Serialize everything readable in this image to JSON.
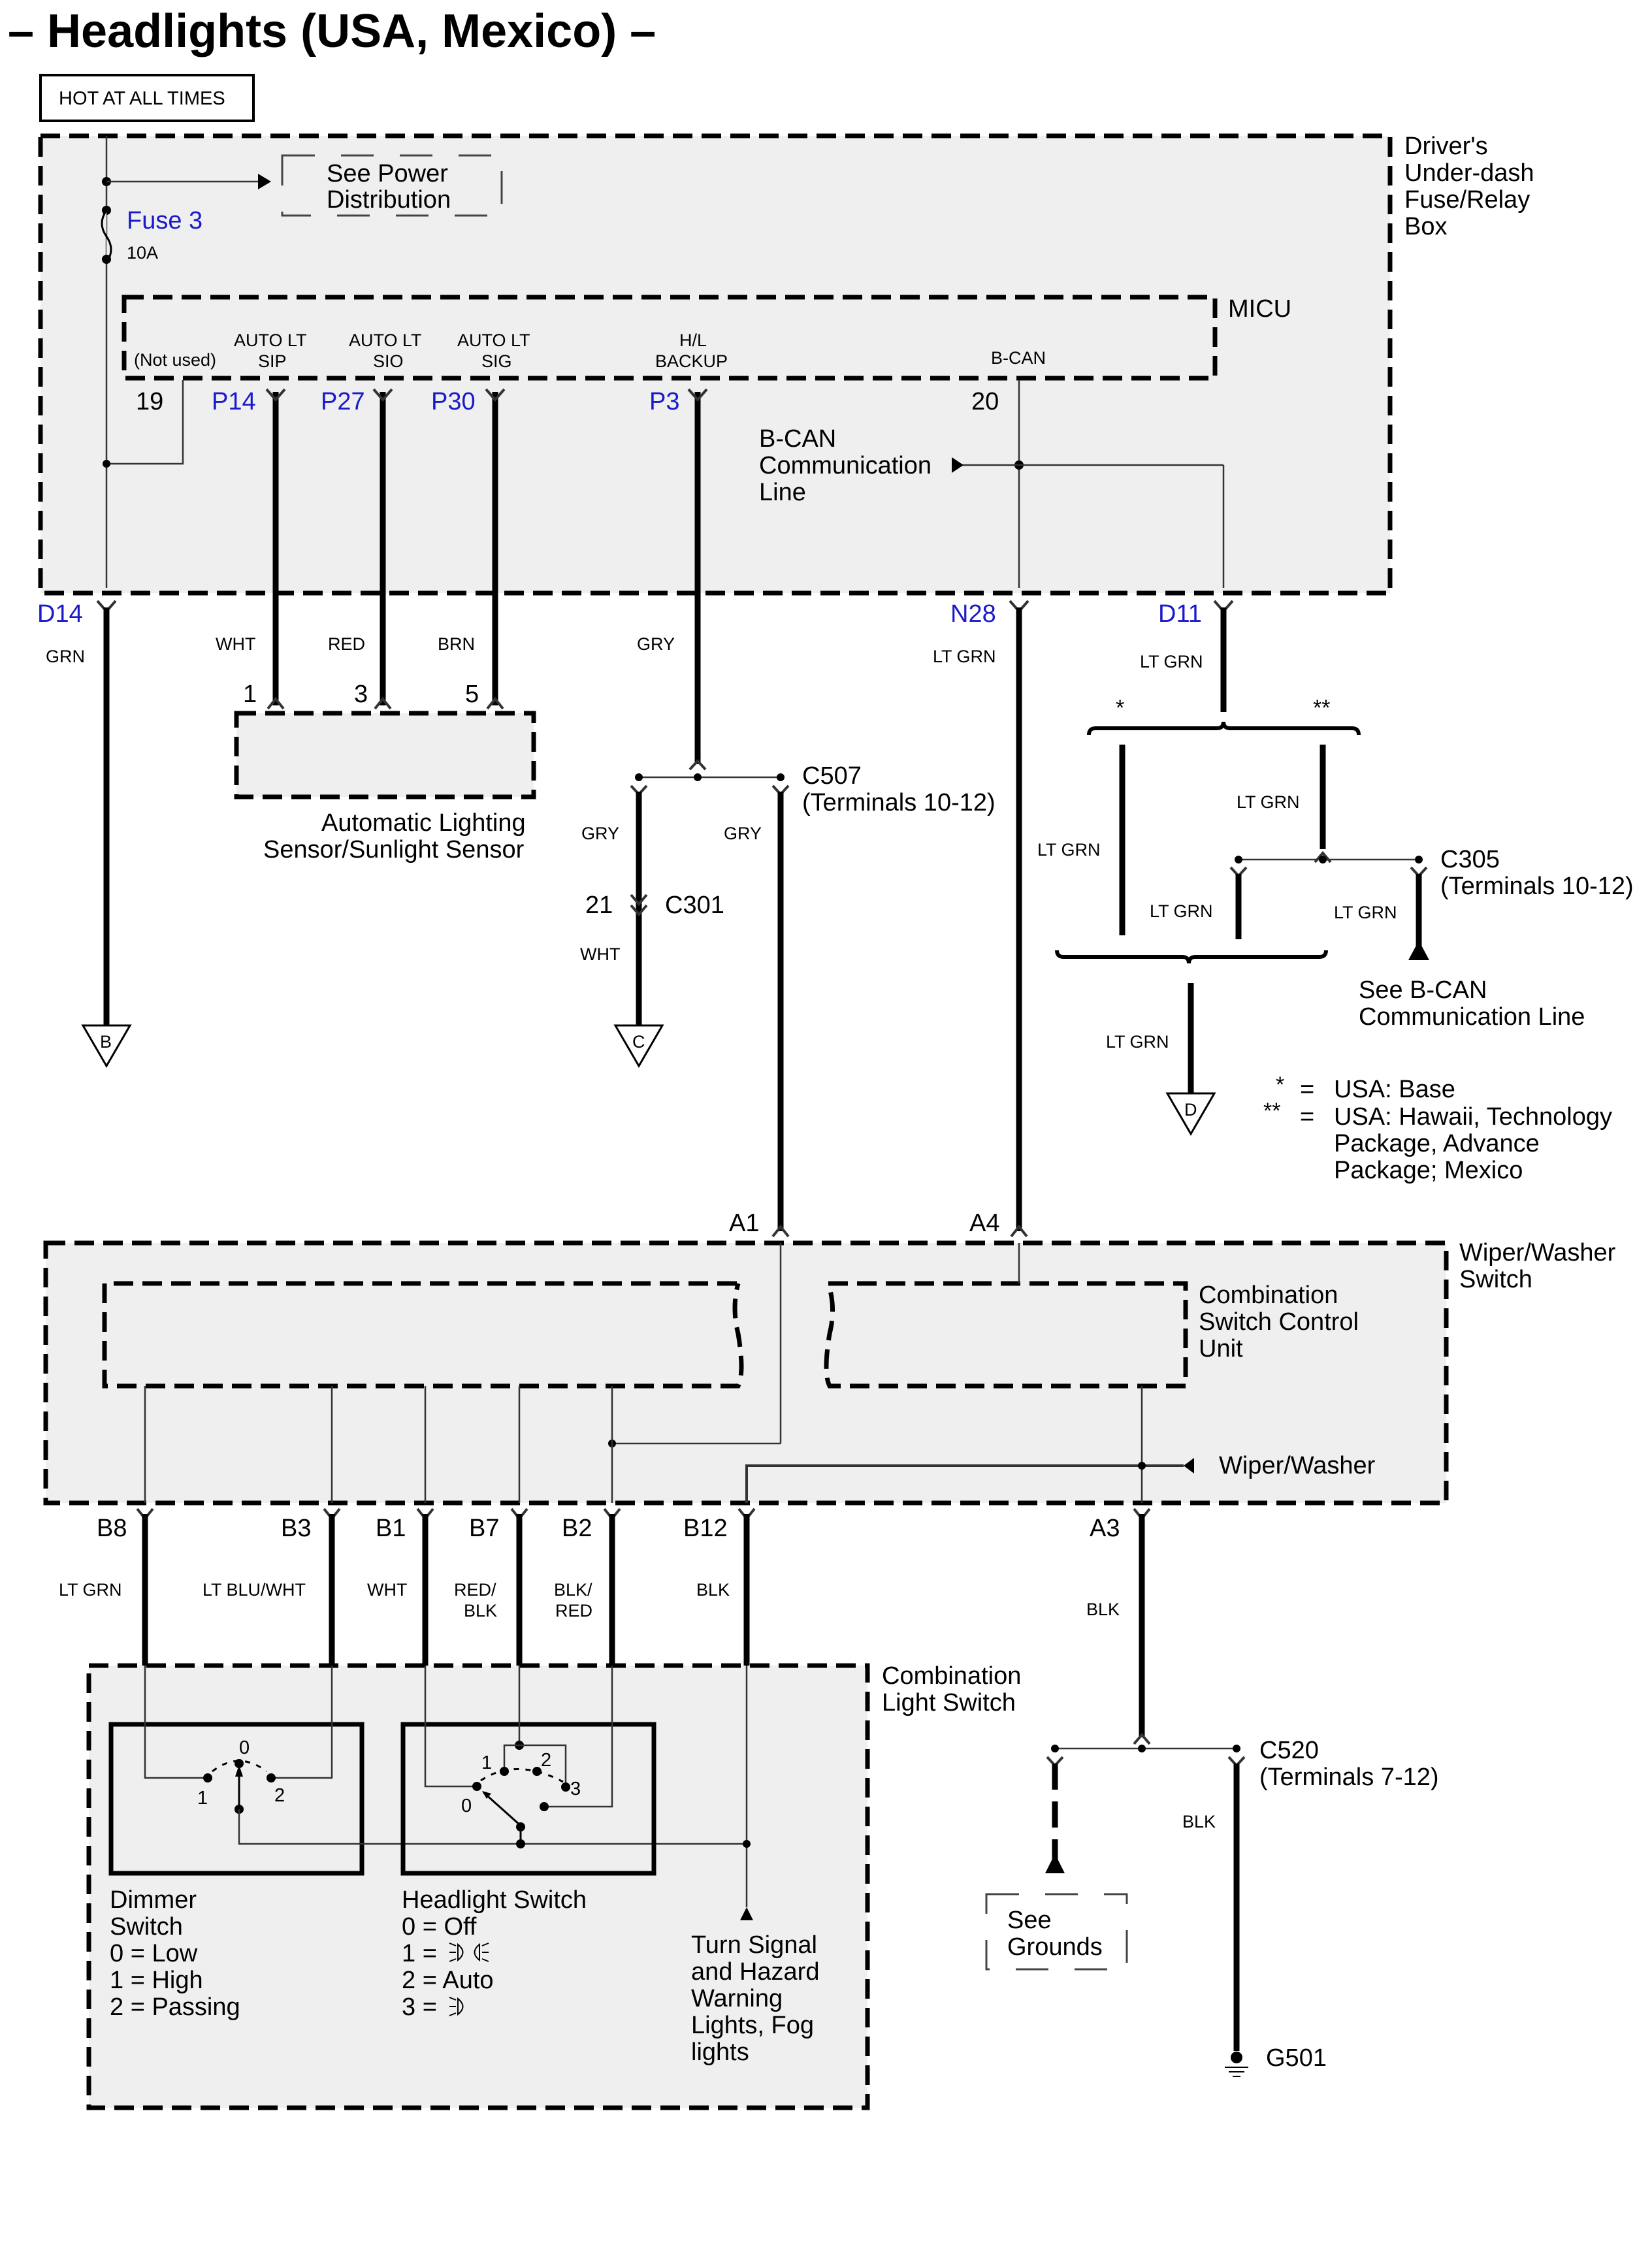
{
  "title": "– Headlights (USA, Mexico) –",
  "hot_label": "HOT AT ALL TIMES",
  "fuse_box": {
    "name_lines": [
      "Driver's",
      "Under-dash",
      "Fuse/Relay",
      "Box"
    ],
    "see_power_lines": [
      "See Power",
      "Distribution"
    ],
    "fuse_name": "Fuse 3",
    "fuse_rating": "10A"
  },
  "micu": {
    "name": "MICU",
    "pins": [
      {
        "func": [
          "(Not used)"
        ],
        "pin": "19",
        "blue": false
      },
      {
        "func": [
          "AUTO LT",
          "SIP"
        ],
        "pin": "P14",
        "blue": true
      },
      {
        "func": [
          "AUTO LT",
          "SIO"
        ],
        "pin": "P27",
        "blue": true
      },
      {
        "func": [
          "AUTO LT",
          "SIG"
        ],
        "pin": "P30",
        "blue": true
      },
      {
        "func": [
          "H/L",
          "BACKUP"
        ],
        "pin": "P3",
        "blue": true
      },
      {
        "func": [
          "B-CAN"
        ],
        "pin": "20",
        "blue": false
      }
    ],
    "bcan_line_lines": [
      "B-CAN",
      "Communication",
      "Line"
    ]
  },
  "fuse_box_outputs": {
    "d14": {
      "pin": "D14",
      "color": "GRN"
    },
    "n28": {
      "pin": "N28",
      "color": "LT GRN"
    },
    "d11": {
      "pin": "D11",
      "color": "LT GRN"
    }
  },
  "sensor_wires": [
    {
      "color": "WHT",
      "pin": "1"
    },
    {
      "color": "RED",
      "pin": "3"
    },
    {
      "color": "BRN",
      "pin": "5"
    }
  ],
  "sensor_name_lines": [
    "Automatic Lighting",
    "Sensor/Sunlight Sensor"
  ],
  "p3_wire": {
    "color": "GRY"
  },
  "c507": {
    "name": "C507",
    "terminals": "(Terminals 10-12)",
    "left_color": "GRY",
    "right_color": "GRY"
  },
  "c301": {
    "name": "C301",
    "pin": "21",
    "color_after": "WHT"
  },
  "offpage": {
    "b": "B",
    "c": "C",
    "d": "D"
  },
  "bcan_branch": {
    "star1": "*",
    "star2": "**",
    "colors": [
      "LT GRN",
      "LT GRN",
      "LT GRN",
      "LT GRN",
      "LT GRN"
    ],
    "c305_name": "C305",
    "c305_terminals": "(Terminals 10-12)",
    "see_bcan_lines": [
      "See B-CAN",
      "Communication Line"
    ],
    "d_color": "LT GRN"
  },
  "legend": [
    {
      "mark": "*",
      "eq": "=",
      "lines": [
        "USA: Base"
      ]
    },
    {
      "mark": "**",
      "eq": "=",
      "lines": [
        "USA: Hawaii, Technology",
        "Package, Advance",
        "Package; Mexico"
      ]
    }
  ],
  "wiper_switch": {
    "name_lines": [
      "Wiper/Washer",
      "Switch"
    ],
    "cscu_lines": [
      "Combination",
      "Switch Control",
      "Unit"
    ],
    "wiper_washer_label": "Wiper/Washer",
    "input_pins": [
      "A1",
      "A4"
    ],
    "output_pins": [
      "B8",
      "B3",
      "B1",
      "B7",
      "B2",
      "B12",
      "A3"
    ]
  },
  "output_wires": [
    {
      "pin": "B8",
      "color": [
        "LT GRN"
      ]
    },
    {
      "pin": "B3",
      "color": [
        "LT BLU/WHT"
      ]
    },
    {
      "pin": "B1",
      "color": [
        "WHT"
      ]
    },
    {
      "pin": "B7",
      "color": [
        "RED/",
        "BLK"
      ]
    },
    {
      "pin": "B2",
      "color": [
        "BLK/",
        "RED"
      ]
    },
    {
      "pin": "B12",
      "color": [
        "BLK"
      ]
    },
    {
      "pin": "A3",
      "color": [
        "BLK"
      ]
    }
  ],
  "combination_light_switch": {
    "name_lines": [
      "Combination",
      "Light Switch"
    ],
    "dimmer": {
      "title_lines": [
        "Dimmer",
        "Switch"
      ],
      "positions": [
        "0 = Low",
        "1 = High",
        "2 = Passing"
      ],
      "contact_labels": [
        "0",
        "1",
        "2"
      ]
    },
    "headlight": {
      "title": "Headlight Switch",
      "positions": [
        {
          "text": "0 = Off",
          "icon": null
        },
        {
          "text": "1 = ",
          "icon": "parking-and-headlight-icon"
        },
        {
          "text": "2 = Auto",
          "icon": null
        },
        {
          "text": "3 = ",
          "icon": "headlight-icon"
        }
      ],
      "contact_labels": [
        "0",
        "1",
        "2",
        "3"
      ]
    },
    "turn_signal_lines": [
      "Turn Signal",
      "and Hazard",
      "Warning",
      "Lights, Fog",
      "lights"
    ]
  },
  "c520": {
    "name": "C520",
    "terminals": "(Terminals 7-12)",
    "color": "BLK"
  },
  "see_grounds_lines": [
    "See",
    "Grounds"
  ],
  "ground": {
    "name": "G501"
  }
}
